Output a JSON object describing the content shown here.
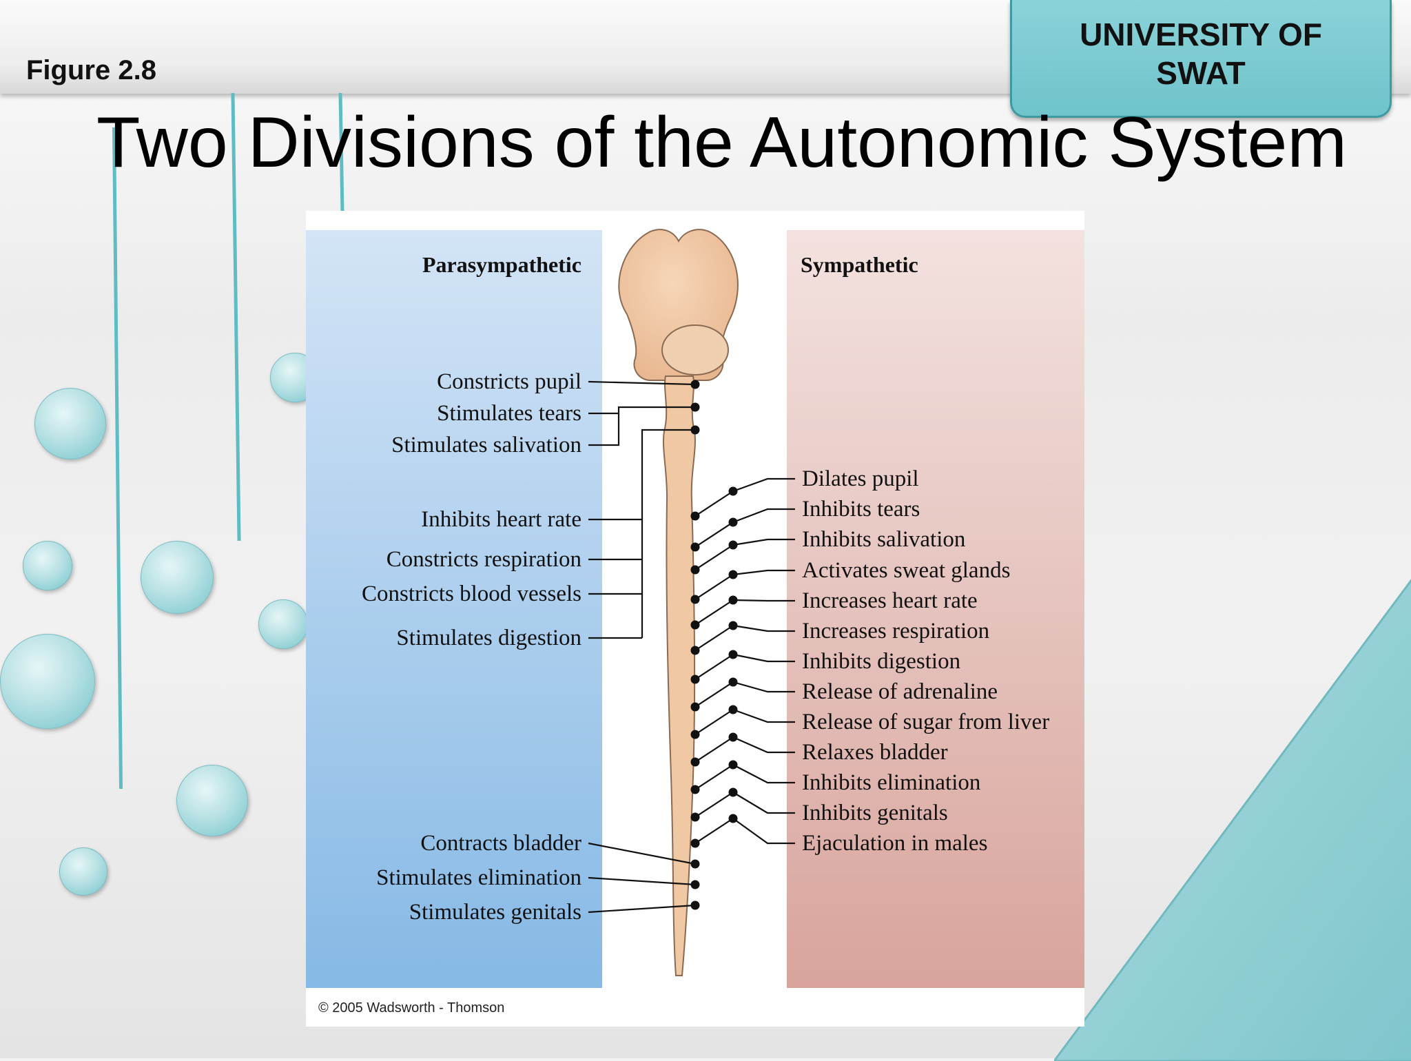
{
  "slide": {
    "figure_label": "Figure 2.8",
    "badge_line1": "UNIVERSITY OF",
    "badge_line2": "SWAT",
    "title": "Two Divisions of the Autonomic System"
  },
  "diagram": {
    "parasympathetic_header": "Parasympathetic",
    "sympathetic_header": "Sympathetic",
    "parasympathetic_items": [
      "Constricts pupil",
      "Stimulates tears",
      "Stimulates salivation",
      "Inhibits heart rate",
      "Constricts respiration",
      "Constricts blood vessels",
      "Stimulates digestion",
      "Contracts bladder",
      "Stimulates elimination",
      "Stimulates genitals"
    ],
    "sympathetic_items": [
      "Dilates pupil",
      "Inhibits tears",
      "Inhibits salivation",
      "Activates sweat glands",
      "Increases heart rate",
      "Increases respiration",
      "Inhibits digestion",
      "Release of adrenaline",
      "Release of sugar from liver",
      "Relaxes bladder",
      "Inhibits elimination",
      "Inhibits genitals",
      "Ejaculation in males"
    ],
    "copyright": "© 2005 Wadsworth - Thomson"
  },
  "colors": {
    "accent": "#6fc3ca",
    "parasympathetic_panel": "#9cc6ec",
    "sympathetic_panel": "#e4b3ae",
    "spine": "#f0c8a3"
  }
}
